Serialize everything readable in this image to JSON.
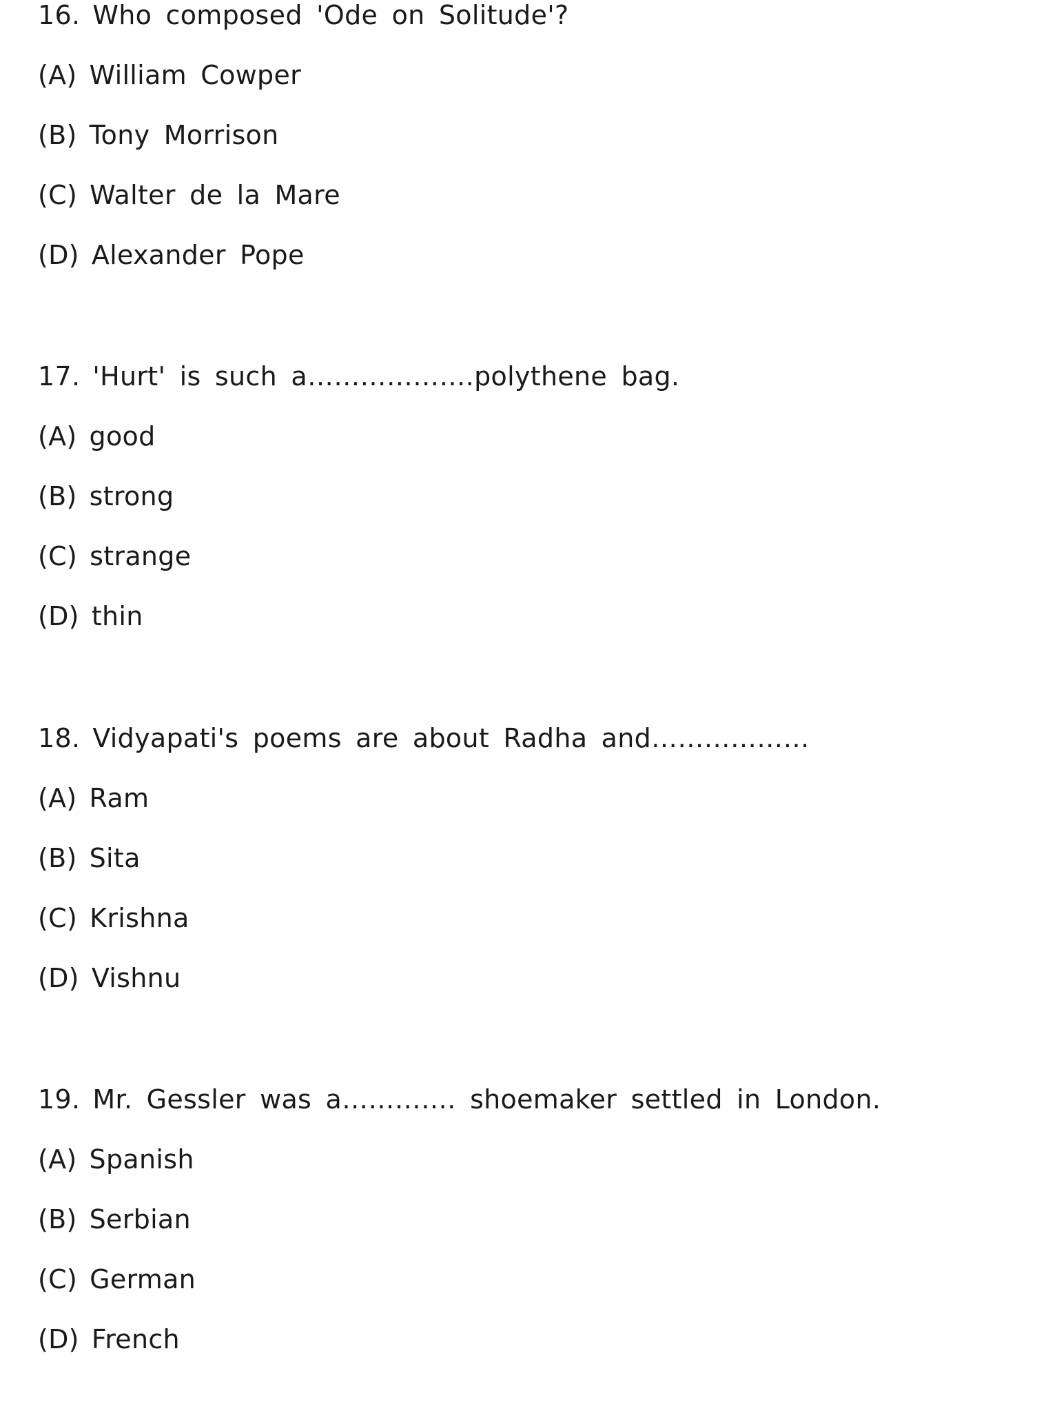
{
  "questions": [
    {
      "number": "16.",
      "text": "Who composed 'Ode on Solitude'?",
      "options": [
        {
          "label": "(A)",
          "text": "William Cowper"
        },
        {
          "label": "(B)",
          "text": "Tony Morrison"
        },
        {
          "label": "(C)",
          "text": "Walter de la Mare"
        },
        {
          "label": "(D)",
          "text": "Alexander Pope"
        }
      ]
    },
    {
      "number": "17.",
      "text": "'Hurt' is such a……………….polythene bag.",
      "options": [
        {
          "label": "(A)",
          "text": "good"
        },
        {
          "label": "(B)",
          "text": "strong"
        },
        {
          "label": "(C)",
          "text": "strange"
        },
        {
          "label": "(D)",
          "text": "thin"
        }
      ]
    },
    {
      "number": "18.",
      "text": "Vidyapati's poems are about Radha and………………",
      "options": [
        {
          "label": "(A)",
          "text": "Ram"
        },
        {
          "label": "(B)",
          "text": "Sita"
        },
        {
          "label": "(C)",
          "text": "Krishna"
        },
        {
          "label": "(D)",
          "text": "Vishnu"
        }
      ]
    },
    {
      "number": "19.",
      "text": "Mr. Gessler was a…………. shoemaker settled in London.",
      "options": [
        {
          "label": "(A)",
          "text": "Spanish"
        },
        {
          "label": "(B)",
          "text": "Serbian"
        },
        {
          "label": "(C)",
          "text": "German"
        },
        {
          "label": "(D)",
          "text": "French"
        }
      ]
    }
  ]
}
